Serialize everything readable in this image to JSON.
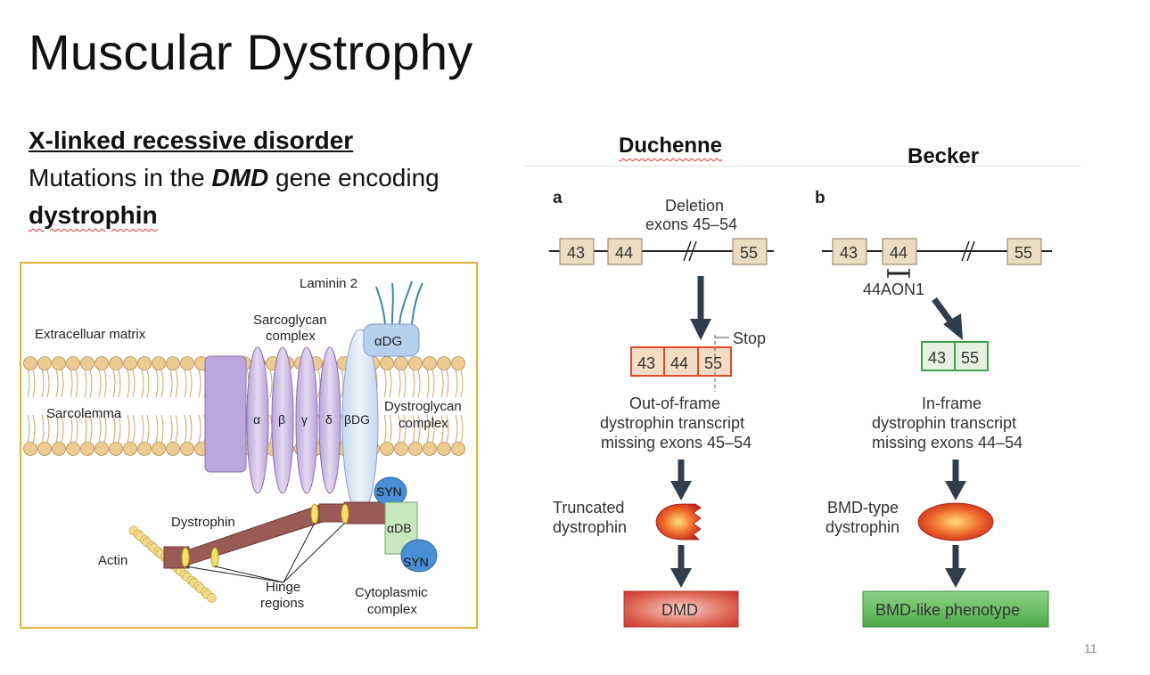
{
  "slide": {
    "title": "Muscular Dystrophy",
    "line1": "X-linked recessive disorder",
    "line2_pre": "Mutations in the ",
    "line2_gene": "DMD",
    "line2_post": " gene encoding",
    "line3": "dystrophin",
    "page_number": "11"
  },
  "columns": {
    "duchenne": "Duchenne",
    "becker": "Becker"
  },
  "membrane": {
    "laminin": "Laminin 2",
    "sarcoglycan_1": "Sarcoglycan",
    "sarcoglycan_2": "complex",
    "ecm": "Extracelluar matrix",
    "sarcolemma": "Sarcolemma",
    "alpha_dg": "αDG",
    "beta_dg": "βDG",
    "sg_alpha": "α",
    "sg_beta": "β",
    "sg_gamma": "γ",
    "sg_delta": "δ",
    "dystroglycan_1": "Dystroglycan",
    "dystroglycan_2": "complex",
    "syn1": "SYN",
    "syn2": "SYN",
    "alpha_db": "αDB",
    "dystrophin": "Dystrophin",
    "actin": "Actin",
    "hinge_1": "Hinge",
    "hinge_2": "regions",
    "cyto_1": "Cytoplasmic",
    "cyto_2": "complex"
  },
  "panel_a": {
    "letter": "a",
    "deletion_1": "Deletion",
    "deletion_2": "exons 45–54",
    "exons": [
      "43",
      "44",
      "55"
    ],
    "transcript_exons": [
      "43",
      "44",
      "55"
    ],
    "stop": "Stop",
    "desc_1": "Out-of-frame",
    "desc_2": "dystrophin transcript",
    "desc_3": "missing exons 45–54",
    "protein_1": "Truncated",
    "protein_2": "dystrophin",
    "outcome": "DMD"
  },
  "panel_b": {
    "letter": "b",
    "exons": [
      "43",
      "44",
      "55"
    ],
    "aon": "44AON1",
    "transcript_exons": [
      "43",
      "55"
    ],
    "desc_1": "In-frame",
    "desc_2": "dystrophin transcript",
    "desc_3": "missing exons 44–54",
    "protein_1": "BMD-type",
    "protein_2": "dystrophin",
    "outcome": "BMD-like phenotype"
  },
  "colors": {
    "membrane_frame": "#e2b23a",
    "lipid_head": "#eecb91",
    "sarcoglycan": "#c9b6e0",
    "dystroglycan": "#d5e2f4",
    "syn": "#4a8ed4",
    "alpha_db": "#c8e6c0",
    "dystrophin": "#9a5a55",
    "exon_box": "#ecdcc4",
    "out_of_frame": "#e04a2a",
    "in_frame": "#3ea24a",
    "dmd_box": "#d9534f",
    "bmd_box": "#5cb85c",
    "arrow": "#2f3e4a"
  }
}
